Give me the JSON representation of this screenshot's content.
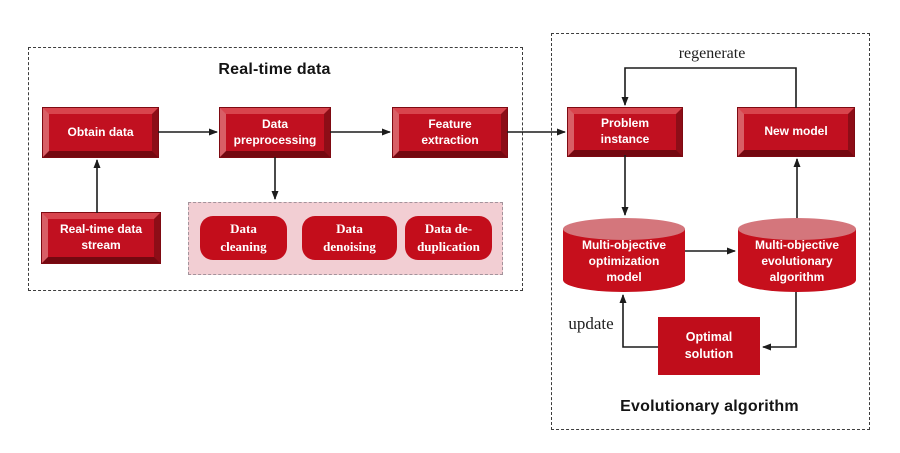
{
  "left_panel": {
    "title": "Real-time data",
    "nodes": {
      "obtain_data": {
        "label": "Obtain data"
      },
      "data_preprocessing": {
        "label": "Data\npreprocessing"
      },
      "feature_extraction": {
        "label": "Feature\nextraction"
      },
      "realtime_stream": {
        "label": "Real-time data\nstream"
      }
    },
    "cleaning_items": [
      {
        "label": "Data\ncleaning"
      },
      {
        "label": "Data\ndenoising"
      },
      {
        "label": "Data de-\nduplication"
      }
    ]
  },
  "right_panel": {
    "title": "Evolutionary algorithm",
    "labels": {
      "regenerate": "regenerate",
      "update": "update"
    },
    "nodes": {
      "problem_instance": {
        "label": "Problem\ninstance"
      },
      "new_model": {
        "label": "New model"
      },
      "moo_model": {
        "label": "Multi-objective\noptimization\nmodel"
      },
      "moea": {
        "label": "Multi-objective\nevolutionary\nalgorithm"
      },
      "optimal_solution": {
        "label": "Optimal\nsolution"
      }
    }
  },
  "colors": {
    "box_face": "#c11020",
    "bevel_light": "#d85f66",
    "bevel_dark": "#740810",
    "cylinder_top": "#d4767c",
    "cylinder_body": "#c60f1c",
    "pink_panel_bg": "#f2ced3",
    "pill_fill": "#c30d1b",
    "arrow": "#1c1c1c",
    "dashed_border": "#3d3d3d"
  }
}
